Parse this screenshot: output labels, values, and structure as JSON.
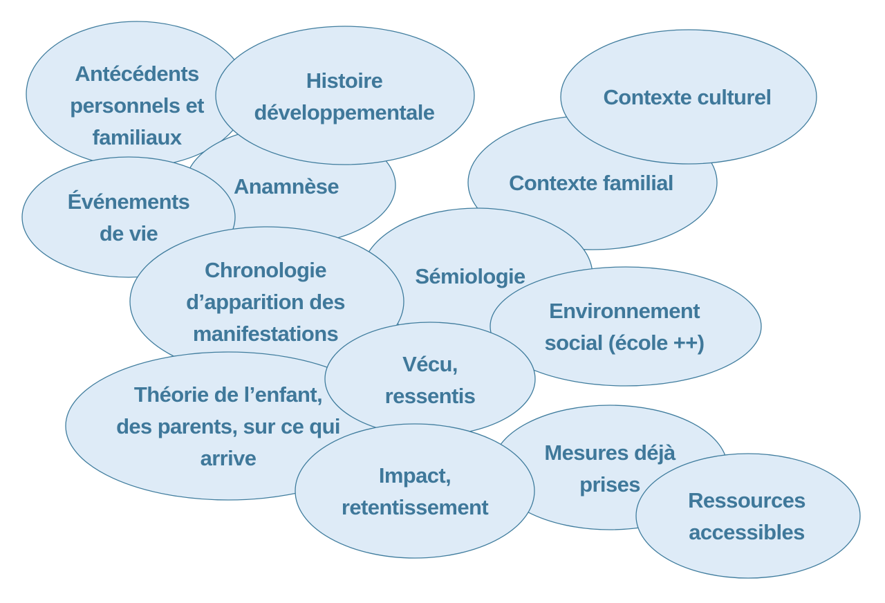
{
  "colors": {
    "fill": "#deebf7",
    "stroke": "#3f7c9d",
    "text": "#3f789a",
    "background": "#ffffff"
  },
  "bubbles": [
    {
      "id": "antecedents",
      "lines": [
        "Antécédents",
        "personnels et",
        "familiaux"
      ]
    },
    {
      "id": "anamnese",
      "lines": [
        "Anamnèse"
      ]
    },
    {
      "id": "histoire",
      "lines": [
        "Histoire",
        "développementale"
      ]
    },
    {
      "id": "contexte-familial",
      "lines": [
        "Contexte familial"
      ]
    },
    {
      "id": "contexte-culturel",
      "lines": [
        "Contexte culturel"
      ]
    },
    {
      "id": "semiologie",
      "lines": [
        "Sémiologie"
      ]
    },
    {
      "id": "evenements",
      "lines": [
        "Événements",
        "de vie"
      ]
    },
    {
      "id": "chronologie",
      "lines": [
        "Chronologie",
        "d’apparition des",
        "manifestations"
      ]
    },
    {
      "id": "environnement",
      "lines": [
        "Environnement",
        "social (école ++)"
      ]
    },
    {
      "id": "theorie",
      "lines": [
        "Théorie de l’enfant,",
        "des parents, sur ce qui",
        "arrive"
      ]
    },
    {
      "id": "vecu",
      "lines": [
        "Vécu,",
        "ressentis"
      ]
    },
    {
      "id": "mesures",
      "lines": [
        "Mesures déjà",
        "prises"
      ]
    },
    {
      "id": "impact",
      "lines": [
        "Impact,",
        "retentissement"
      ]
    },
    {
      "id": "ressources",
      "lines": [
        "Ressources",
        "accessibles"
      ]
    }
  ]
}
